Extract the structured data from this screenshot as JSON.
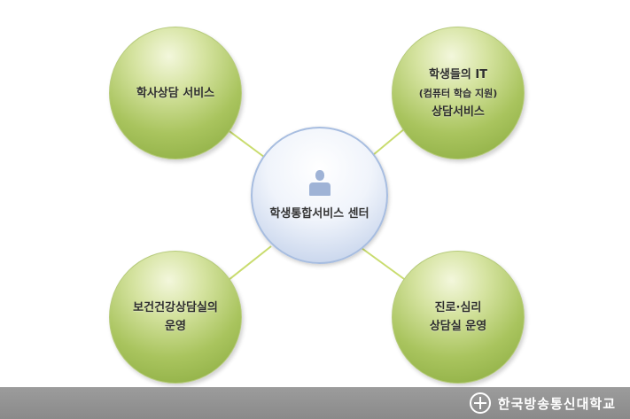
{
  "center": {
    "label": "학생통합서비스 센터"
  },
  "nodes": [
    {
      "lines": [
        "학사상담 서비스"
      ]
    },
    {
      "lines": [
        "학생들의 IT",
        "(컴퓨터 학습 지원)",
        "상담서비스"
      ]
    },
    {
      "lines": [
        "보건건강상담실의",
        "운영"
      ]
    },
    {
      "lines": [
        "진로·심리",
        "상담실 운영"
      ]
    }
  ],
  "footer": {
    "logo_text": "한국방송통신대학교"
  },
  "colors": {
    "connector": "#c9dc6e",
    "outer_node": "#a9c45e",
    "center_border": "#a7bde0",
    "footer": "#919191"
  }
}
